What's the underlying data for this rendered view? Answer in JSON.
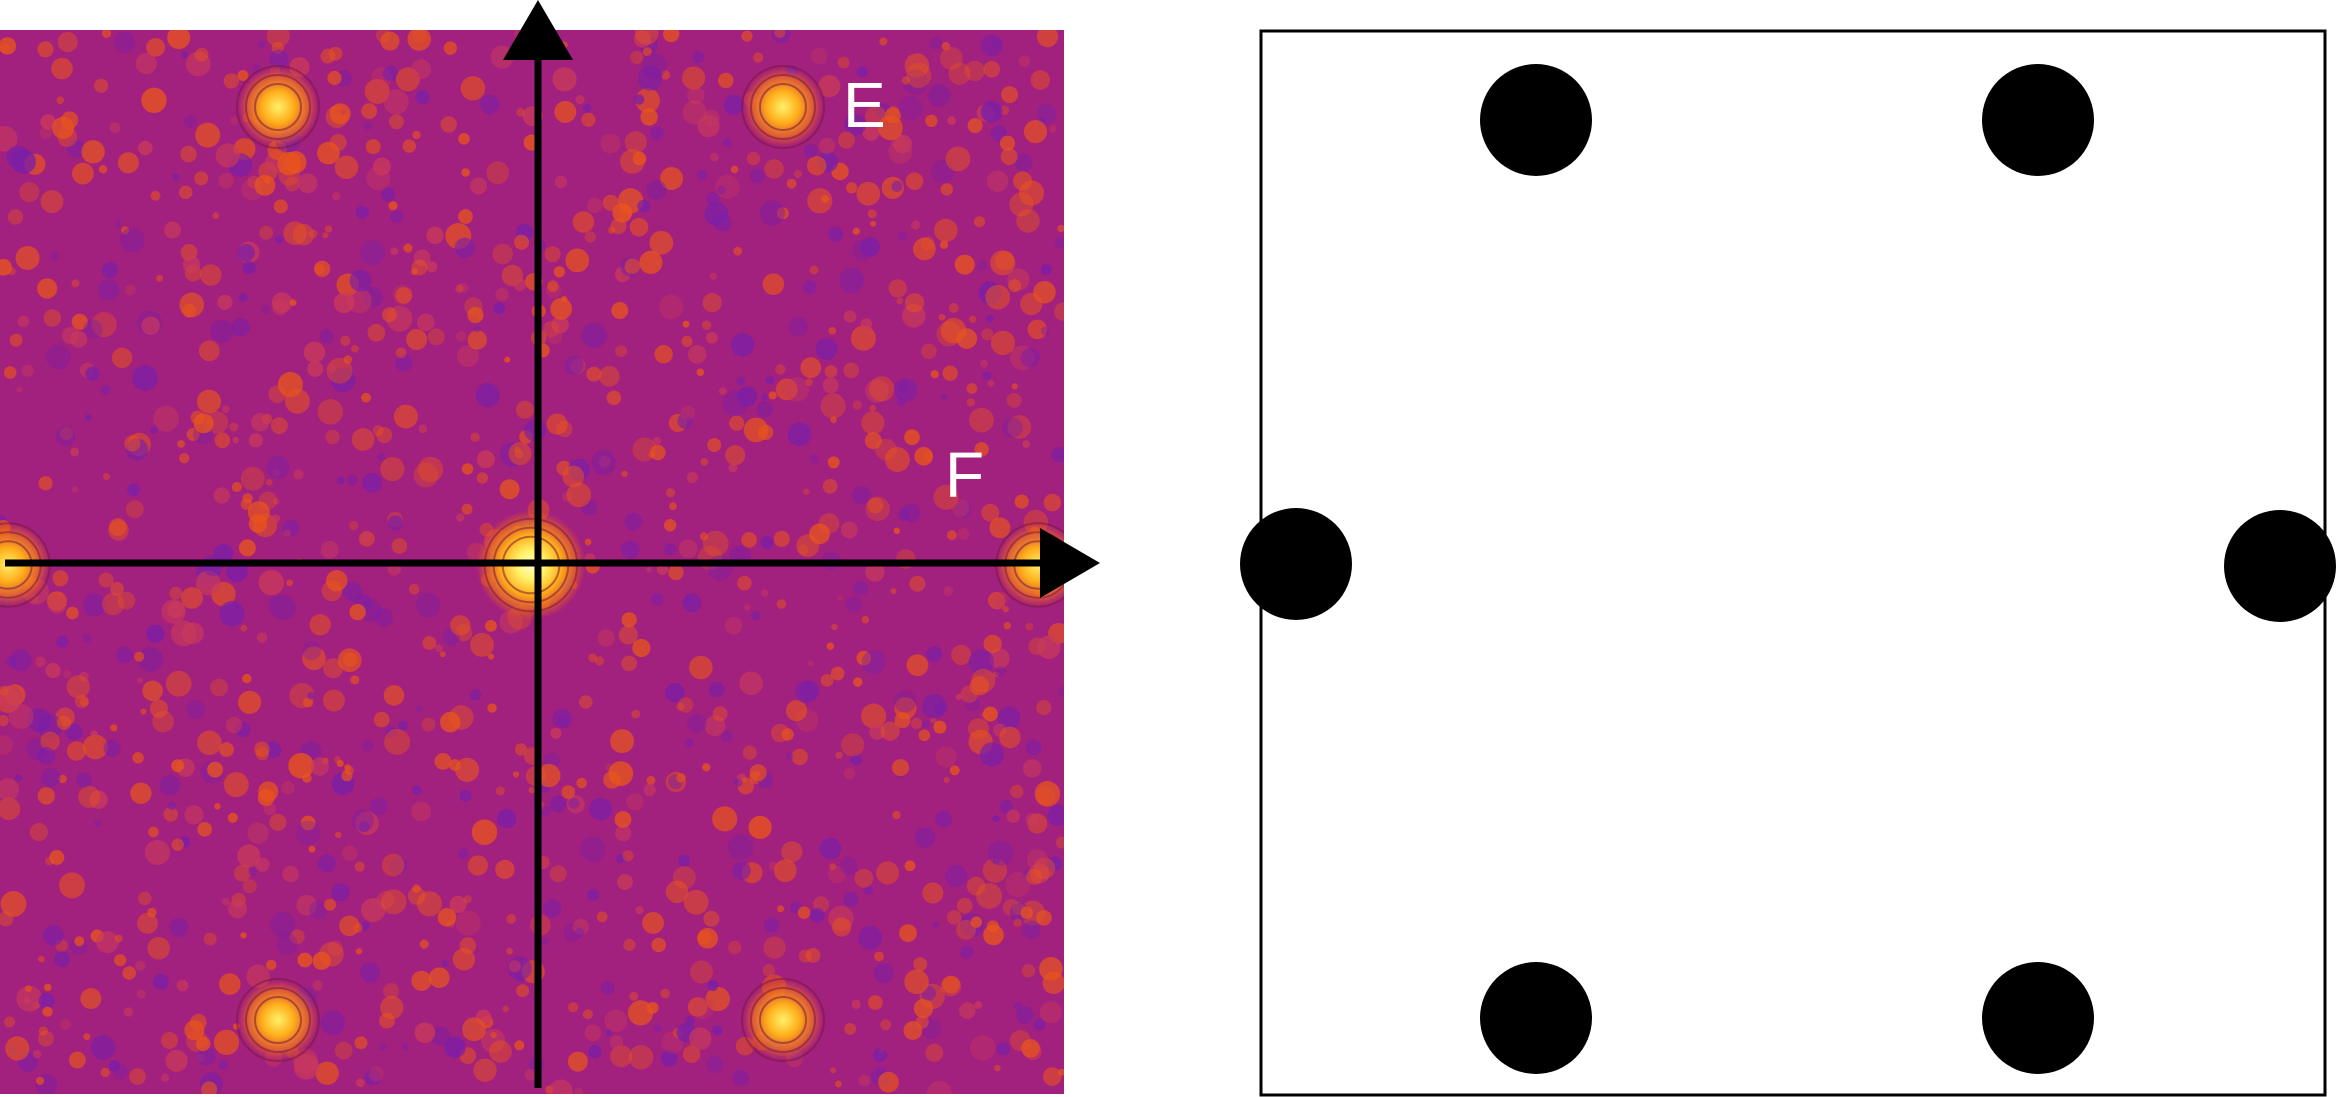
{
  "left_panel": {
    "labels": {
      "e": "E",
      "f": "F"
    },
    "colors": {
      "background": "#a2207e",
      "speckle_orange": "#e8541c",
      "speckle_purple": "#7a1fa8",
      "peak_core": "#fff36a",
      "peak_glow": "#ffae1a",
      "axis": "#000000"
    },
    "peaks": [
      "center",
      "upper-left",
      "upper-right",
      "lower-left",
      "lower-right",
      "left-edge",
      "right-edge"
    ]
  },
  "right_panel": {
    "colors": {
      "background": "#ffffff",
      "border": "#000000",
      "dot": "#000000"
    },
    "dots": [
      "upper-left",
      "upper-right",
      "left",
      "right",
      "lower-left",
      "lower-right"
    ]
  }
}
